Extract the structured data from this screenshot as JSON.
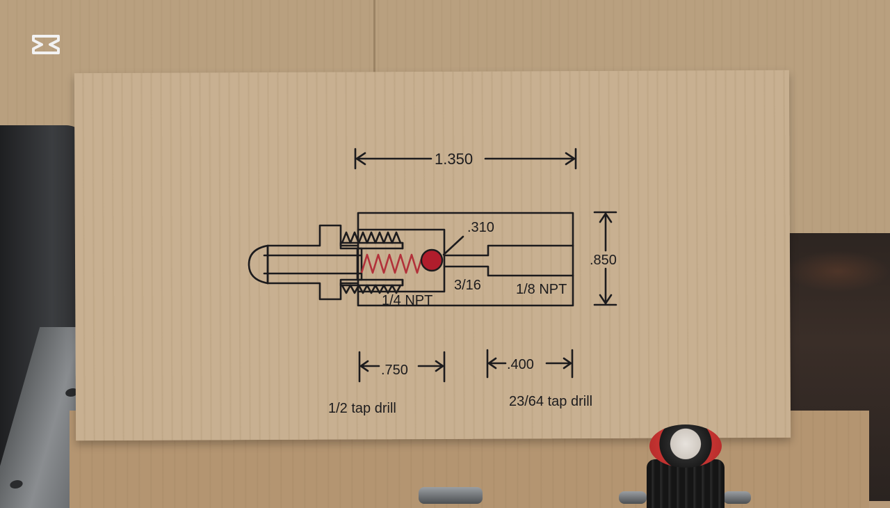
{
  "drawing": {
    "overall_length": "1.350",
    "height": ".850",
    "ball_diameter": ".310",
    "port_left_thread": "1/4 NPT",
    "port_right_thread": "1/8 NPT",
    "bore": "3/16",
    "left_depth": ".750",
    "right_depth": ".400",
    "left_note": "1/2 tap drill",
    "right_note": "23/64 tap drill"
  },
  "colors": {
    "ink": "#1c1b1d",
    "spring": "#b2313a",
    "ball": "#b01d2c",
    "cardboard": "#c8b091"
  },
  "icons": {
    "watermark": "capcut-logo-icon"
  }
}
